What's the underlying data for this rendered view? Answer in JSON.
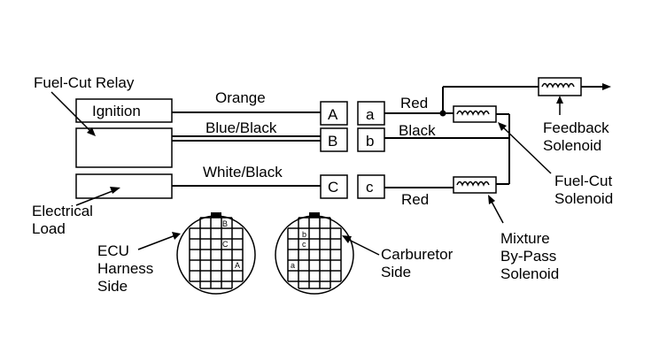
{
  "relay": {
    "title": "Fuel-Cut Relay",
    "ignition": "Ignition",
    "electrical_load": [
      "Electrical",
      "Load"
    ]
  },
  "wires": {
    "orange": "Orange",
    "blue_black": "Blue/Black",
    "white_black": "White/Black",
    "red_top": "Red",
    "black": "Black",
    "red_bottom": "Red"
  },
  "connectors": {
    "ecu": [
      "A",
      "B",
      "C"
    ],
    "carb": [
      "a",
      "b",
      "c"
    ]
  },
  "solenoids": {
    "feedback": [
      "Feedback",
      "Solenoid"
    ],
    "fuel_cut": [
      "Fuel-Cut",
      "Solenoid"
    ],
    "mixture": [
      "Mixture",
      "By-Pass",
      "Solenoid"
    ]
  },
  "connector_views": {
    "ecu_side": [
      "ECU",
      "Harness",
      "Side"
    ],
    "carb_side": [
      "Carburetor",
      "Side"
    ],
    "ecu_pins": [
      "B",
      "C",
      "A"
    ],
    "carb_pins": [
      "b",
      "c",
      "a"
    ]
  }
}
